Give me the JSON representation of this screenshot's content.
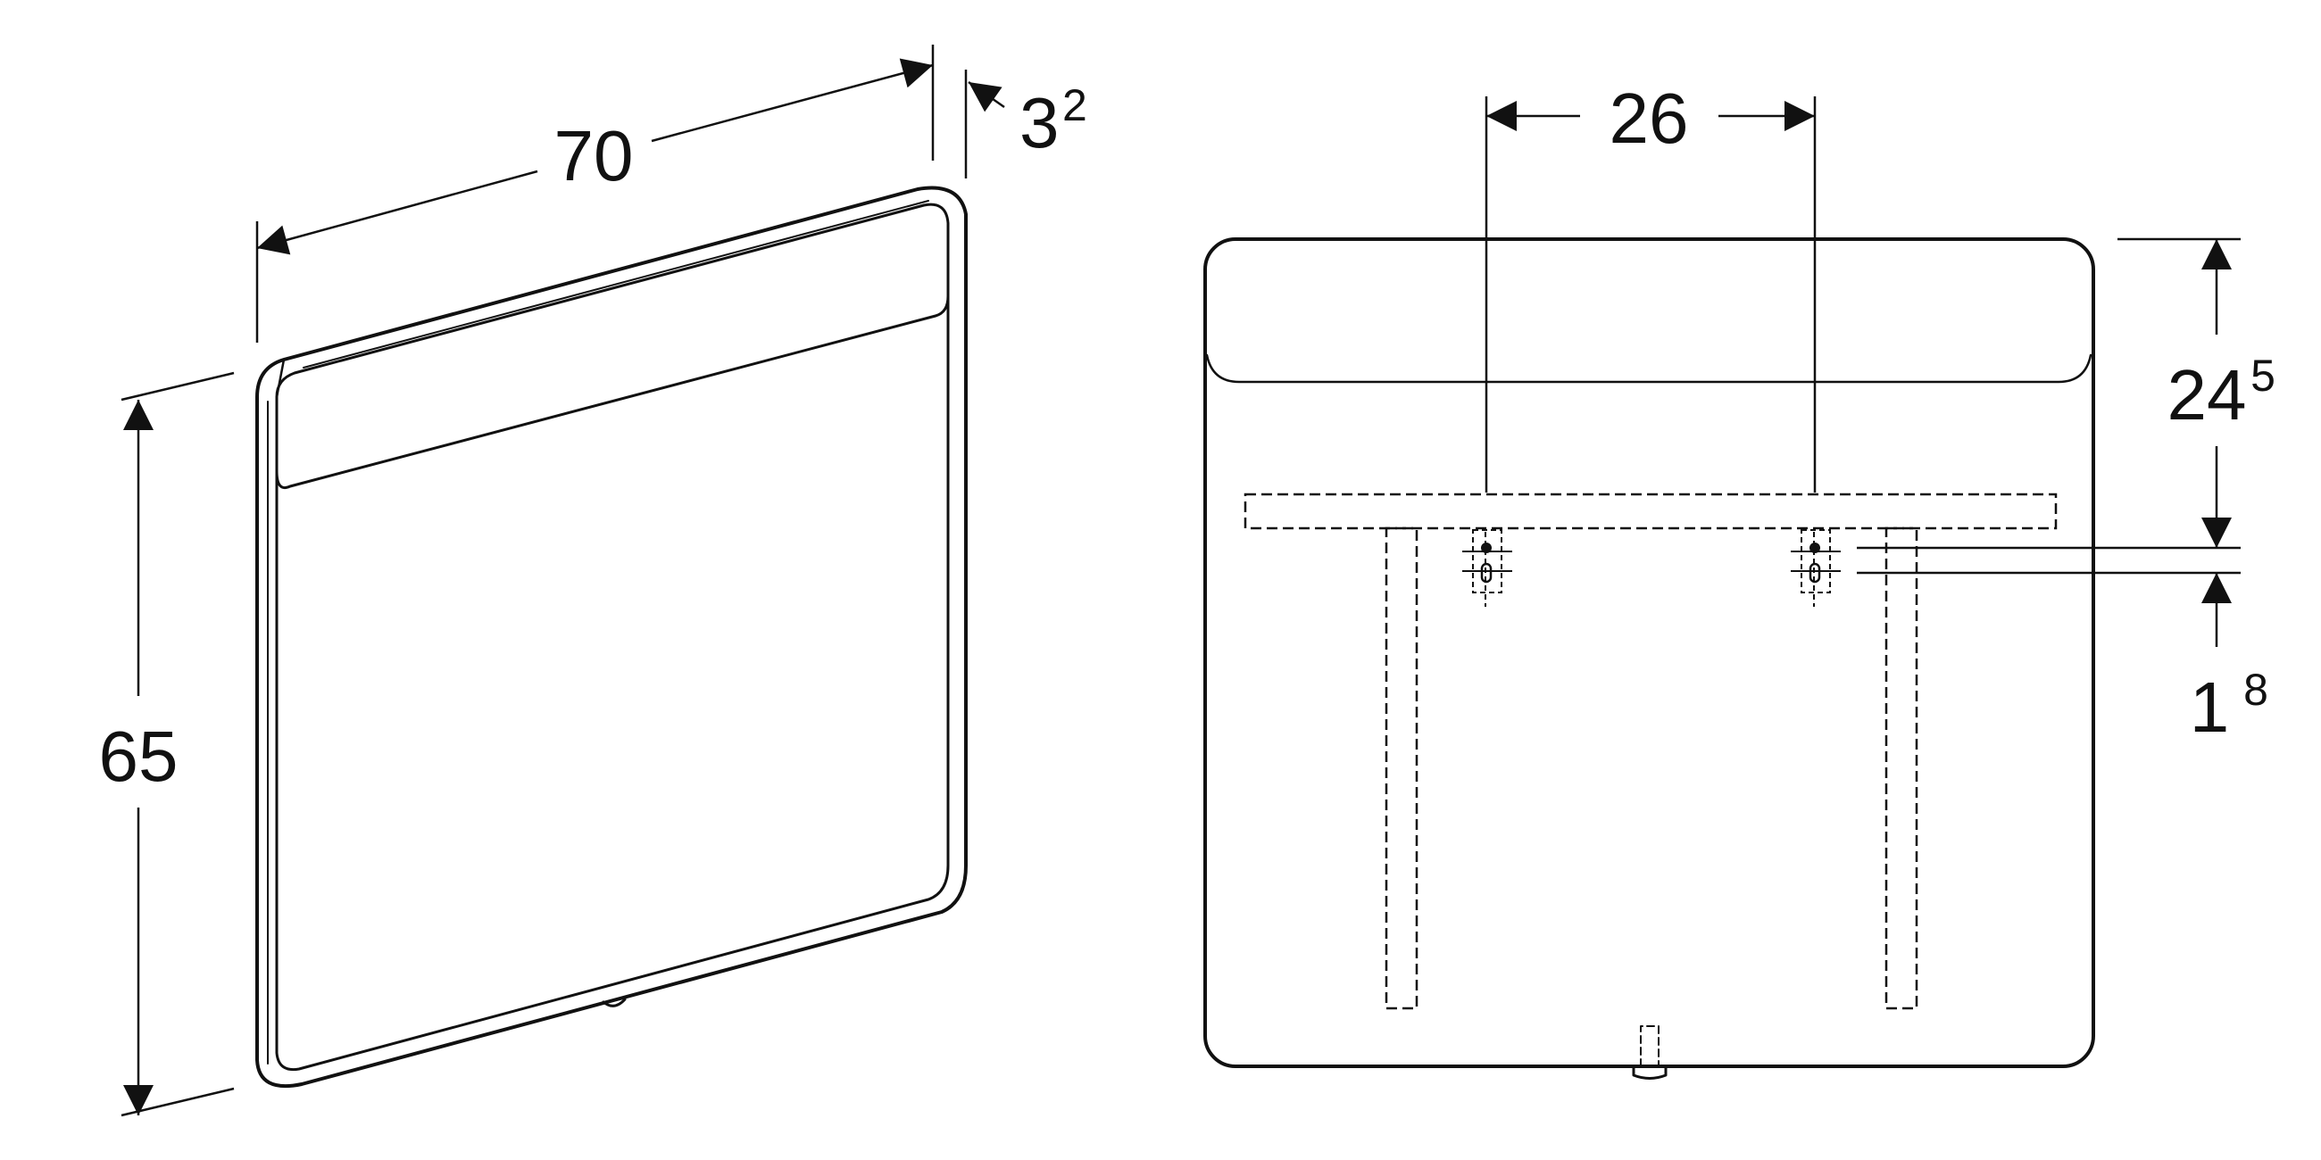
{
  "colors": {
    "line": "#111111",
    "background": "#ffffff"
  },
  "iso_view": {
    "width_dim": "70",
    "height_dim": "65",
    "depth_dim": {
      "base": "3",
      "sup": "2"
    }
  },
  "front_view": {
    "bracket_spacing_dim": "26",
    "top_offset_dim": {
      "base": "24",
      "sup": "5"
    },
    "slot_offset_dim": {
      "base": "1",
      "sup": "8"
    }
  }
}
